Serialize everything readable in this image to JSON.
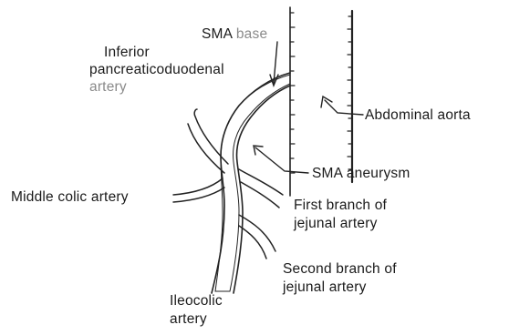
{
  "labels": {
    "sma_base": {
      "part1": "SMA",
      "part2": "base"
    },
    "inferior_pd": {
      "line1": "Inferior",
      "line2": "pancreaticoduodenal",
      "line3": "artery"
    },
    "abdominal_aorta": "Abdominal aorta",
    "sma_aneurysm": "SMA aneurysm",
    "middle_colic": "Middle colic artery",
    "first_branch": {
      "line1": "First branch of",
      "line2": "jejunal artery"
    },
    "second_branch": {
      "line1": "Second branch of",
      "line2": "jejunal artery"
    },
    "ileocolic": {
      "line1": "Ileocolic",
      "line2": "artery"
    }
  }
}
